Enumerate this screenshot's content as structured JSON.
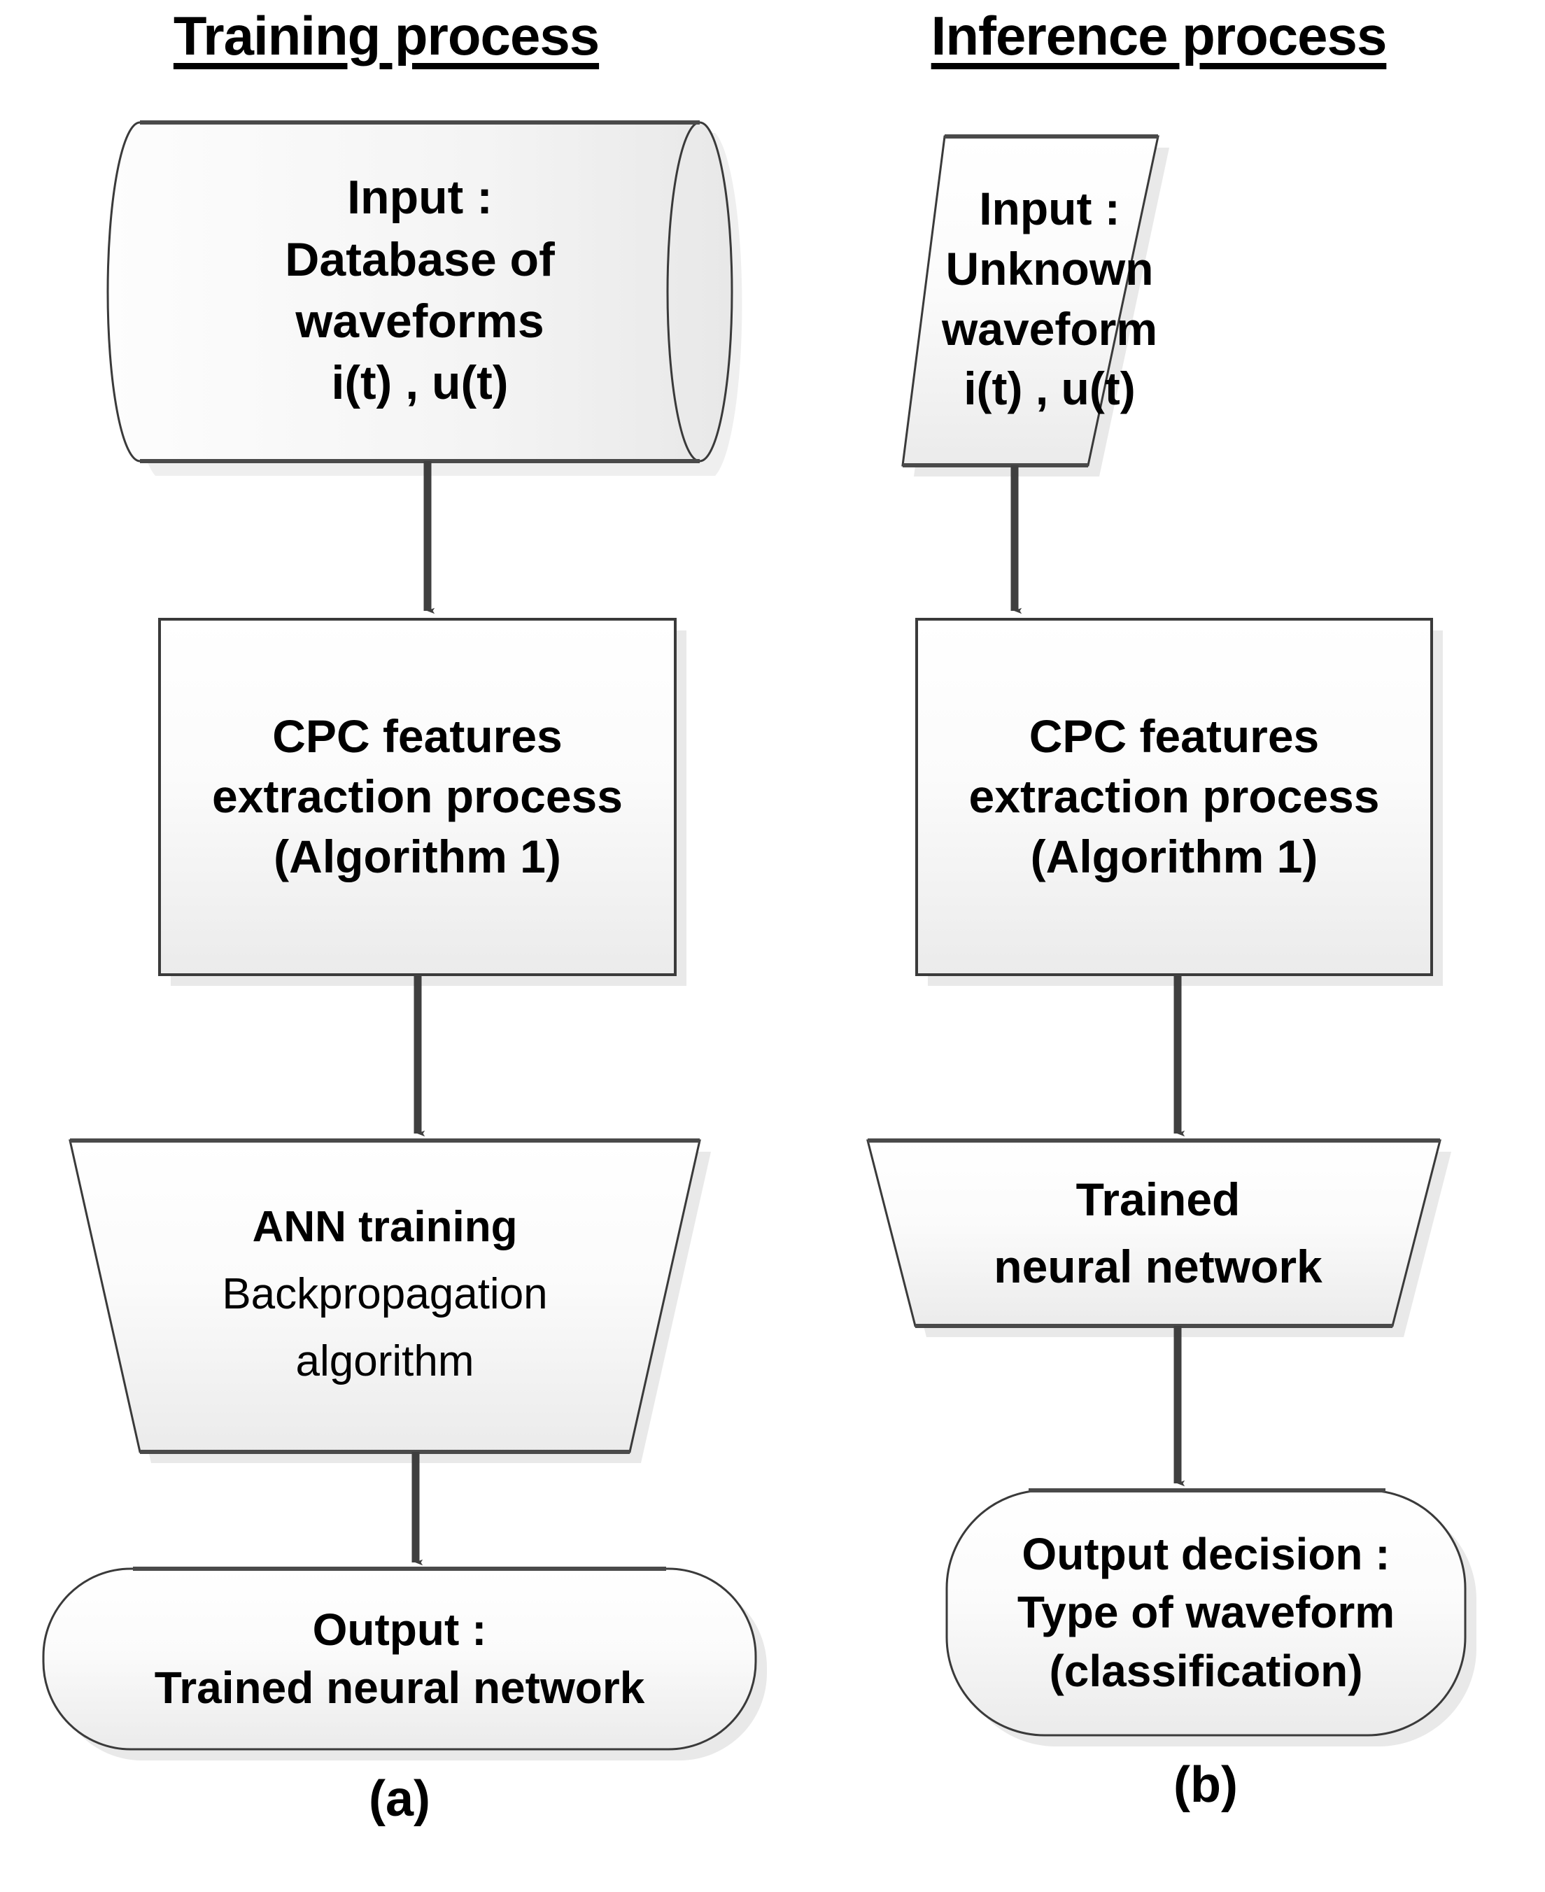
{
  "figure": {
    "columns": [
      {
        "id": "training",
        "heading": "Training process",
        "caption": "(a)",
        "nodes": [
          {
            "id": "train-input",
            "shape": "cylinder",
            "lines": [
              "Input :",
              "Database of",
              "waveforms",
              "i(t) , u(t)"
            ]
          },
          {
            "id": "train-cpc",
            "shape": "rectangle",
            "lines": [
              "CPC features",
              "extraction process",
              "(Algorithm 1)"
            ]
          },
          {
            "id": "train-ann",
            "shape": "trapezoid",
            "lines": [
              "ANN training",
              "Backpropagation",
              "algorithm"
            ],
            "line_weights": [
              "bold",
              "normal",
              "normal"
            ]
          },
          {
            "id": "train-output",
            "shape": "rounded-rectangle",
            "lines": [
              "Output :",
              "Trained neural network"
            ]
          }
        ],
        "arrows": 3
      },
      {
        "id": "inference",
        "heading": "Inference process",
        "caption": "(b)",
        "nodes": [
          {
            "id": "infer-input",
            "shape": "parallelogram",
            "lines": [
              "Input :",
              "Unknown",
              "waveform",
              "i(t) , u(t)"
            ]
          },
          {
            "id": "infer-cpc",
            "shape": "rectangle",
            "lines": [
              "CPC features",
              "extraction process",
              "(Algorithm 1)"
            ]
          },
          {
            "id": "infer-net",
            "shape": "trapezoid",
            "lines": [
              "Trained",
              "neural network"
            ]
          },
          {
            "id": "infer-output",
            "shape": "rounded-rectangle",
            "lines": [
              "Output decision :",
              "Type of waveform",
              "(classification)"
            ]
          }
        ],
        "arrows": 3
      }
    ],
    "colors": {
      "background": "#ffffff",
      "shape_fill_top": "#ffffff",
      "shape_fill_bottom": "#ececec",
      "shape_stroke": "#3a3a3a",
      "shadow": "#cfcfcf",
      "arrow": "#3f3f3f",
      "text": "#000000"
    }
  }
}
